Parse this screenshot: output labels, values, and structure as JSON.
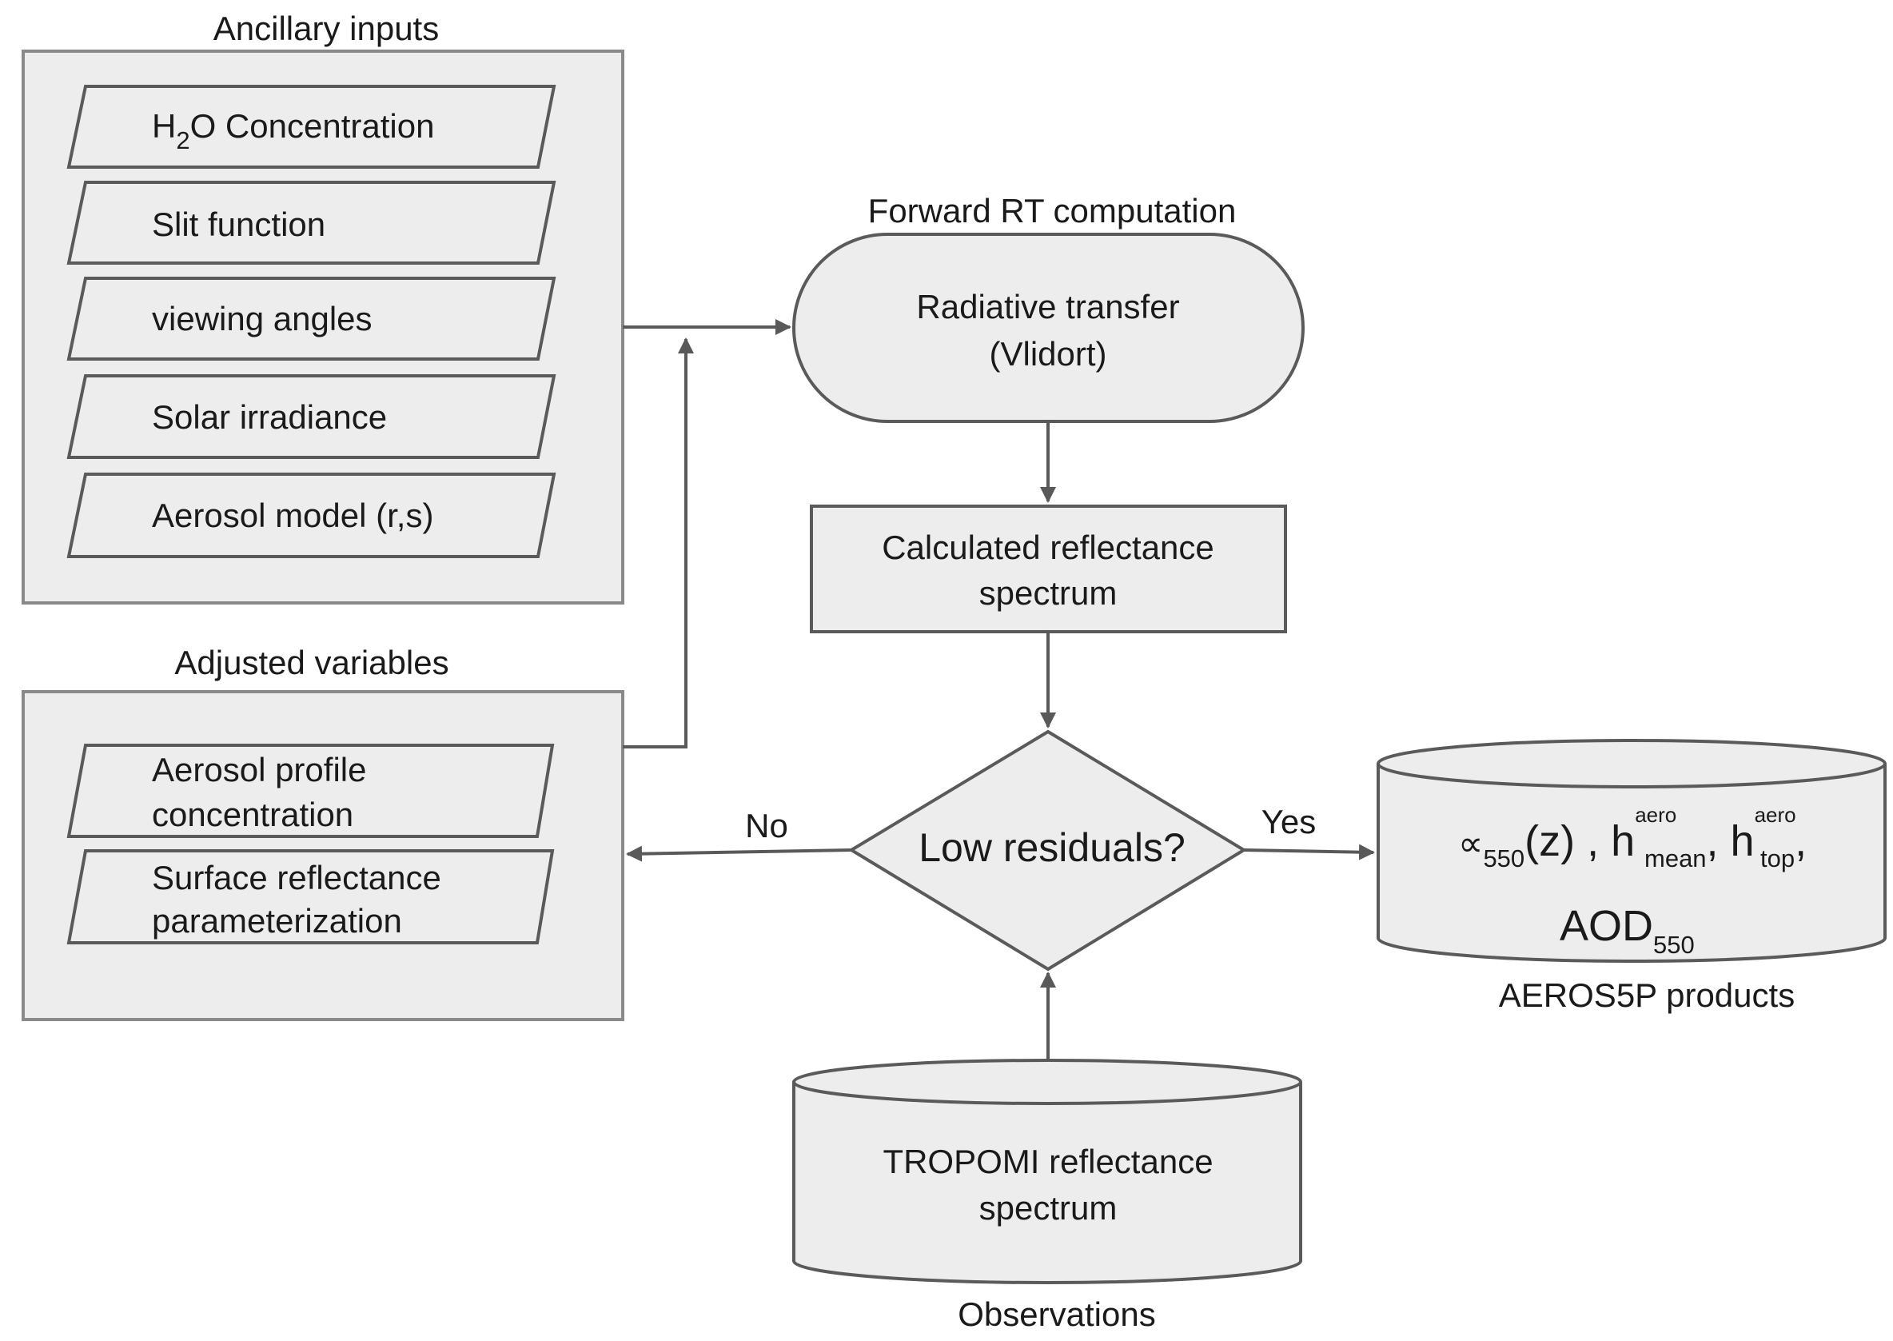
{
  "ancillary": {
    "title": "Ancillary inputs",
    "h2o_pre": "H",
    "h2o_sub": "2",
    "h2o_post": "O Concentration",
    "items": [
      "Slit function",
      "viewing angles",
      "Solar irradiance",
      "Aerosol model (r,s)"
    ]
  },
  "adjusted": {
    "title": "Adjusted variables",
    "item1_lines": [
      "Aerosol profile",
      "concentration"
    ],
    "item2_lines": [
      "Surface reflectance",
      "parameterization"
    ]
  },
  "forward": {
    "title": "Forward RT computation",
    "lines": [
      "Radiative transfer",
      "(Vlidort)"
    ]
  },
  "calculated": {
    "lines": [
      "Calculated reflectance",
      "spectrum"
    ]
  },
  "decision": {
    "label": "Low residuals?",
    "no_label": "No",
    "yes_label": "Yes"
  },
  "observations": {
    "lines": [
      "TROPOMI reflectance",
      "spectrum"
    ],
    "caption": "Observations"
  },
  "products": {
    "alpha": "∝",
    "alpha_sub": "550",
    "z": "(z) , h",
    "h1_sup": "aero",
    "h1_sub": "mean",
    "comma": ", h",
    "h2_sup": "aero",
    "h2_sub": "top",
    "trail": ",",
    "aod": "AOD",
    "aod_sub": "550",
    "caption": "AEROS5P products"
  }
}
